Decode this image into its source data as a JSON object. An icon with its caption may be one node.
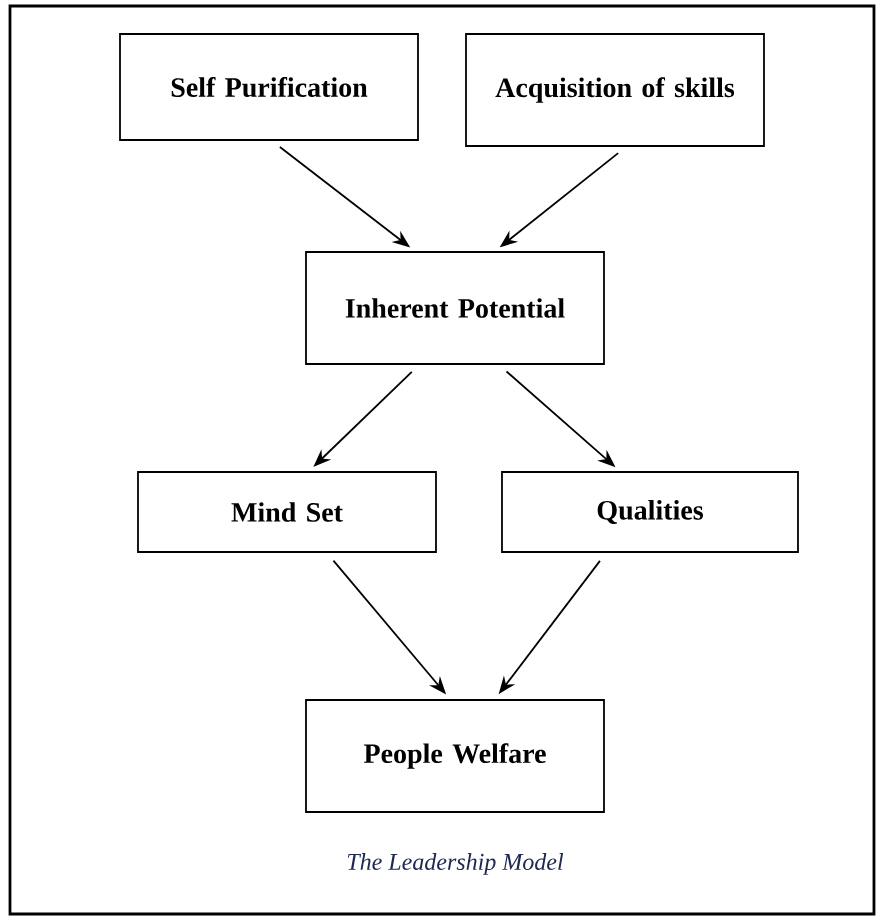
{
  "diagram": {
    "caption": "The Leadership Model",
    "nodes": [
      {
        "text": [
          "Self Purification"
        ]
      },
      {
        "text": [
          "Acquisition of skills"
        ]
      },
      {
        "text": [
          "Inherent Potential"
        ]
      },
      {
        "text": [
          "Mind Set"
        ]
      },
      {
        "text": [
          "Qualities"
        ]
      },
      {
        "text": [
          "People Welfare"
        ]
      }
    ],
    "edges": [
      {
        "from": 0,
        "to": 2,
        "arrow": "to"
      },
      {
        "from": 1,
        "to": 2,
        "arrow": "to"
      },
      {
        "from": 2,
        "to": 3,
        "arrow": "to"
      },
      {
        "from": 2,
        "to": 4,
        "arrow": "to"
      },
      {
        "from": 3,
        "to": 5,
        "arrow": "to"
      },
      {
        "from": 4,
        "to": 5,
        "arrow": "to"
      }
    ]
  }
}
